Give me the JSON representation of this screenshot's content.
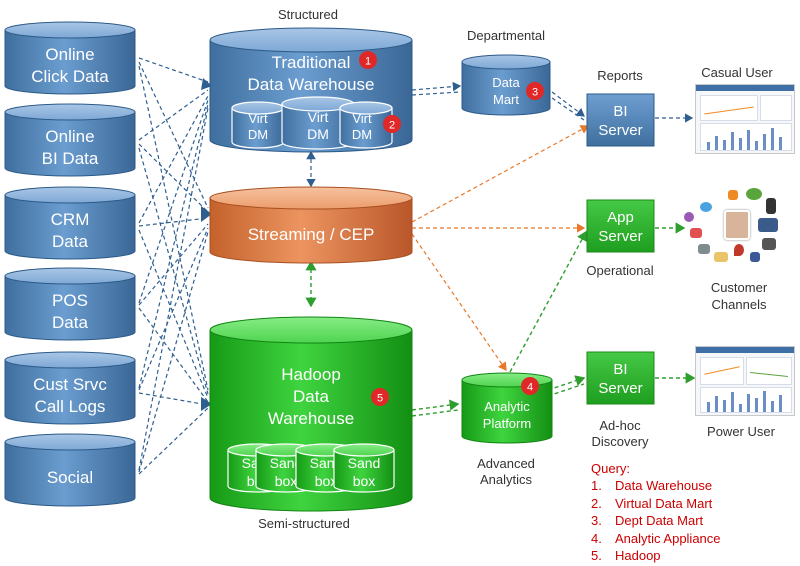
{
  "sources": [
    {
      "line1": "Online",
      "line2": "Click Data"
    },
    {
      "line1": "Online",
      "line2": "BI Data"
    },
    {
      "line1": "CRM",
      "line2": "Data"
    },
    {
      "line1": "POS",
      "line2": "Data"
    },
    {
      "line1": "Cust Srvc",
      "line2": "Call Logs"
    },
    {
      "line1": "Social",
      "line2": ""
    }
  ],
  "section_labels": {
    "structured": "Structured",
    "semi_structured": "Semi-structured",
    "departmental": "Departmental",
    "reports": "Reports",
    "casual_user": "Casual User",
    "operational": "Operational",
    "customer_channels_1": "Customer",
    "customer_channels_2": "Channels",
    "adhoc_1": "Ad-hoc",
    "adhoc_2": "Discovery",
    "power_user": "Power User",
    "advanced_1": "Advanced",
    "advanced_2": "Analytics"
  },
  "dw": {
    "line1": "Traditional",
    "line2": "Data Warehouse",
    "badge": "1"
  },
  "virt_dms": [
    {
      "line1": "Virt",
      "line2": "DM"
    },
    {
      "line1": "Virt",
      "line2": "DM"
    },
    {
      "line1": "Virt",
      "line2": "DM"
    }
  ],
  "virt_badge": "2",
  "data_mart": {
    "line1": "Data",
    "line2": "Mart",
    "badge": "3"
  },
  "streaming": {
    "label": "Streaming / CEP"
  },
  "hadoop": {
    "line1": "Hadoop",
    "line2": "Data",
    "line3": "Warehouse",
    "badge": "5"
  },
  "sandboxes": [
    {
      "line1": "Sand",
      "line2": "box"
    },
    {
      "line1": "Sand",
      "line2": "box"
    },
    {
      "line1": "Sand",
      "line2": "box"
    },
    {
      "line1": "Sand",
      "line2": "box"
    }
  ],
  "analytic": {
    "line1": "Analytic",
    "line2": "Platform",
    "badge": "4"
  },
  "bi_server_top": {
    "line1": "BI",
    "line2": "Server"
  },
  "app_server": {
    "line1": "App",
    "line2": "Server"
  },
  "bi_server_bottom": {
    "line1": "BI",
    "line2": "Server"
  },
  "query": {
    "title": "Query:",
    "items": [
      {
        "num": "1.",
        "text": "Data Warehouse"
      },
      {
        "num": "2.",
        "text": "Virtual Data Mart"
      },
      {
        "num": "3.",
        "text": "Dept Data Mart"
      },
      {
        "num": "4.",
        "text": "Analytic Appliance"
      },
      {
        "num": "5.",
        "text": "Hadoop"
      }
    ]
  },
  "colors": {
    "blue_cylinder": "#5b8ec2",
    "orange_cylinder": "#d9783d",
    "green_cylinder": "#22b522",
    "green_box": "#2eb82e",
    "badge_red": "#e02828",
    "arrow_blue": "#2f5f8f",
    "arrow_orange": "#e8782a",
    "arrow_green": "#2e9e2e",
    "query_red": "#cc0000"
  }
}
